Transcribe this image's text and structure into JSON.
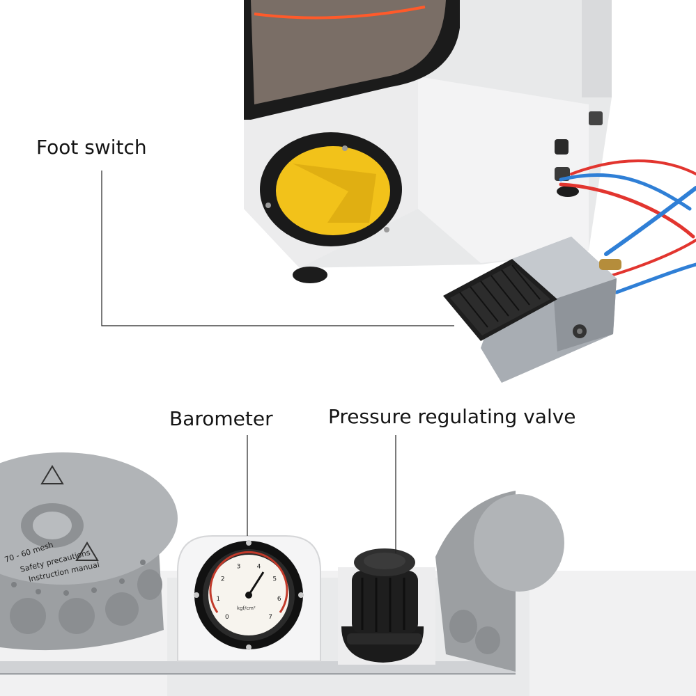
{
  "callouts": {
    "foot_switch": "Foot switch",
    "barometer": "Barometer",
    "pressure_valve": "Pressure regulating valve"
  },
  "gauge": {
    "unit": "kgf/cm²",
    "scale": [
      "0",
      "1",
      "2",
      "3",
      "4",
      "5",
      "6",
      "7"
    ]
  },
  "cover_text": {
    "mesh": "70 - 60 mesh",
    "safety": "Safety precautions",
    "manual": "Instruction manual"
  },
  "colors": {
    "cabinet": "#ebebec",
    "boot": "#f2c21a",
    "hose_red": "#e2352f",
    "hose_blue": "#2f7fd6",
    "pedal": "#a8adb3",
    "cap": "#9c9fa2"
  }
}
